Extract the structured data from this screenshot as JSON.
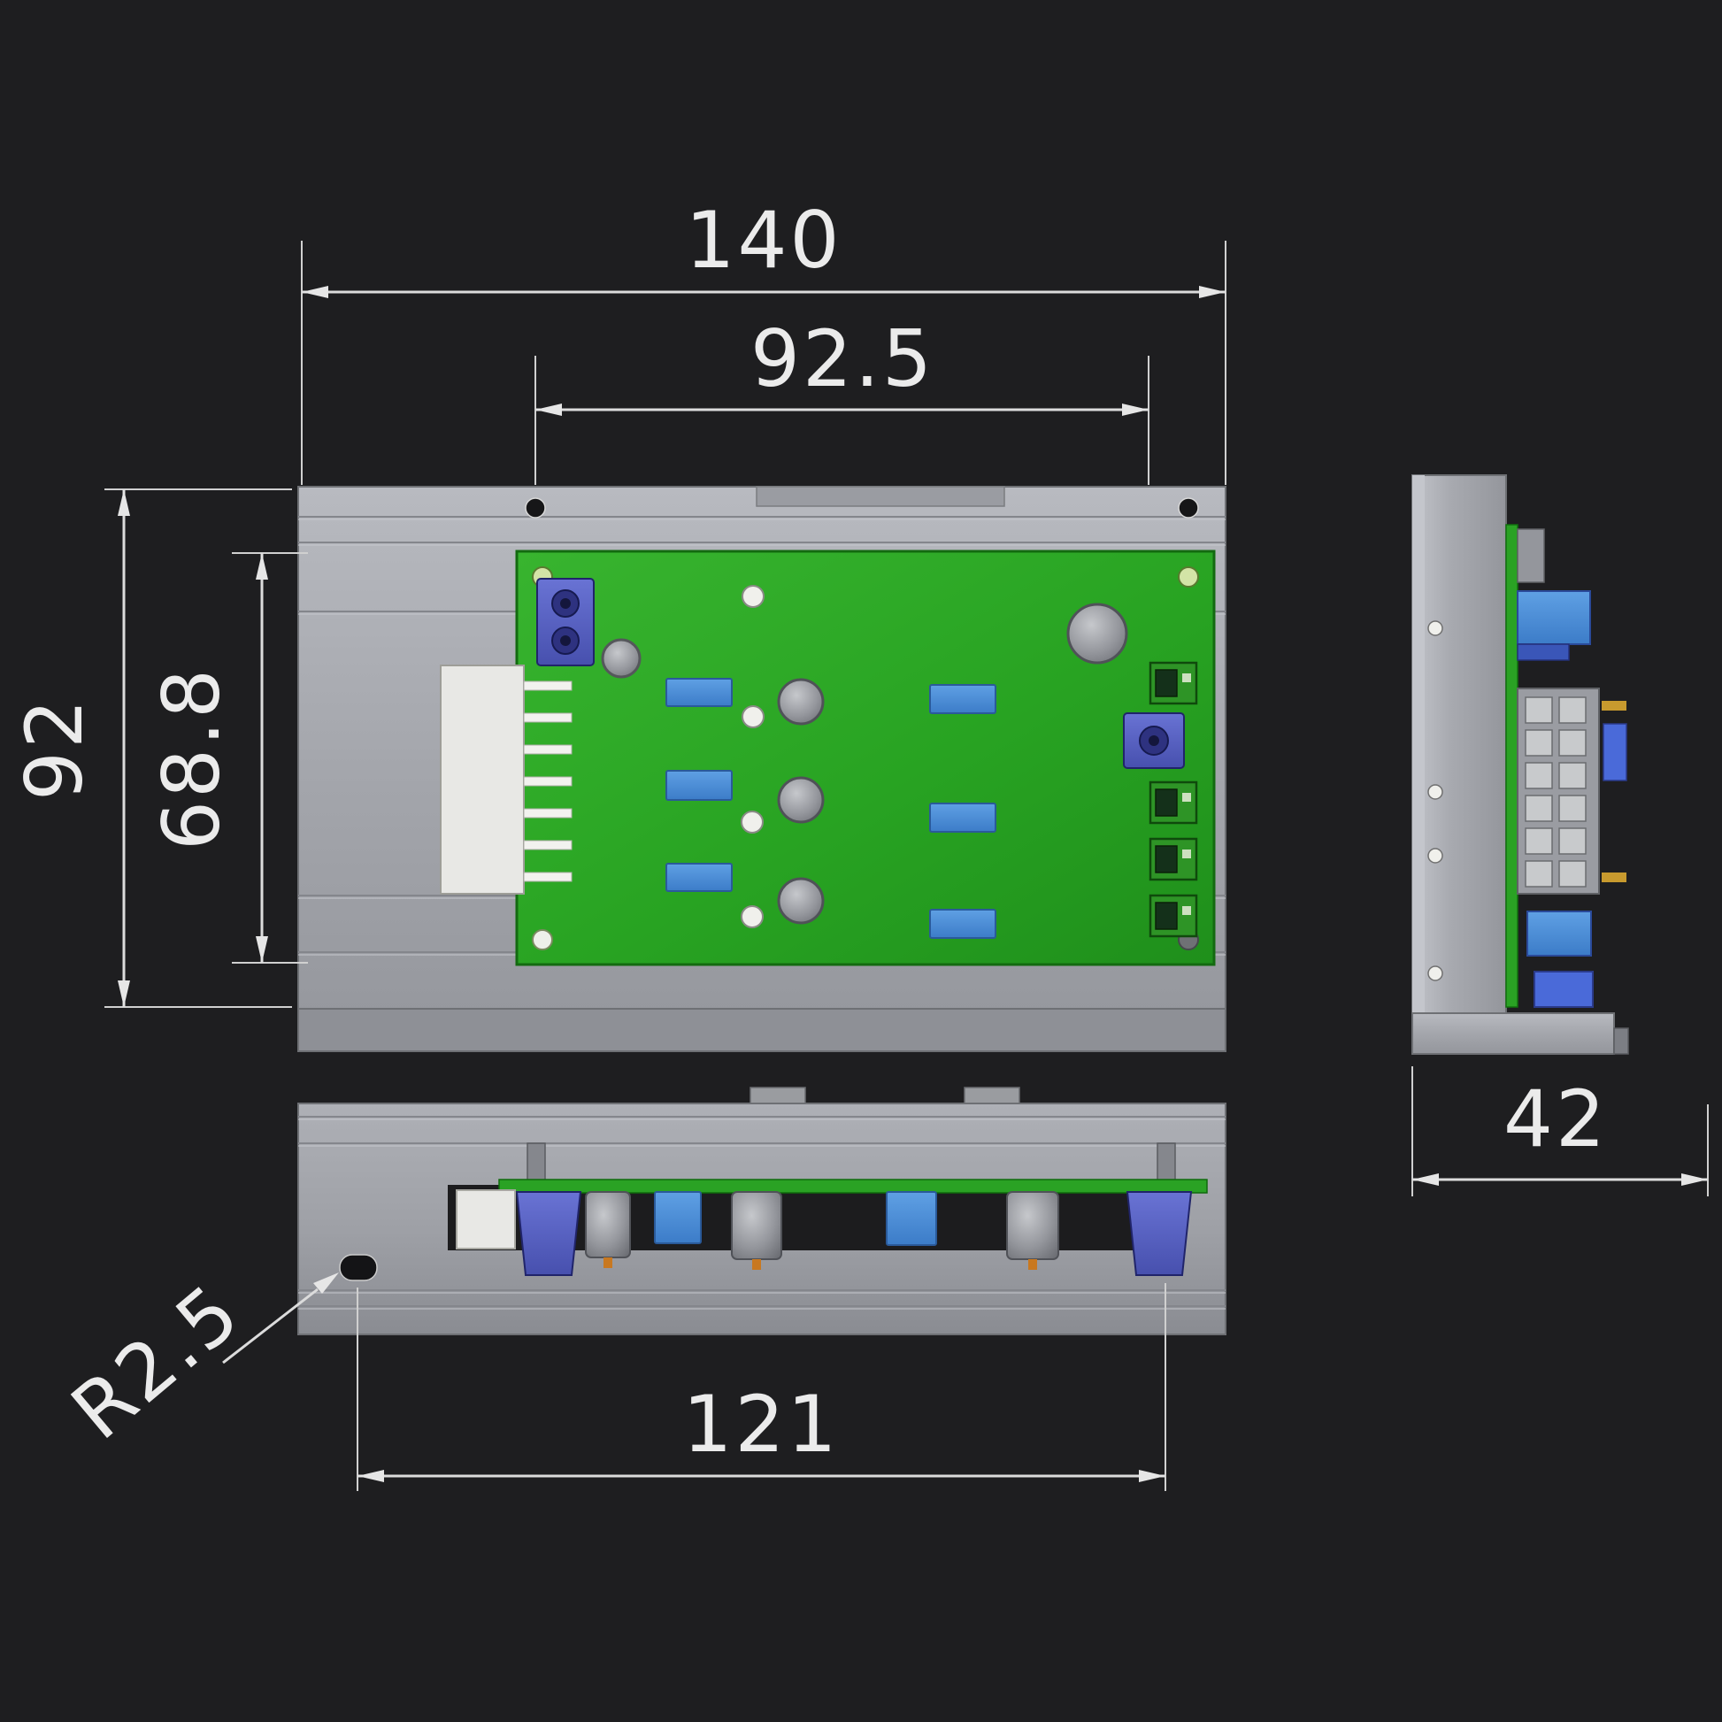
{
  "drawing": {
    "views": {
      "top_view": "top view of PCB mounted on heatsink plate",
      "front_view": "front view of assembly with components below board",
      "side_view": "side view of L-bracket with board edge-on"
    }
  },
  "dimensions": {
    "overall_width": "140",
    "mount_hole_spacing": "92.5",
    "overall_height": "92",
    "pcb_height": "68.8",
    "bracket_depth": "42",
    "slot_spacing": "121",
    "slot_radius": "R2.5"
  },
  "colors": {
    "background": "#1e1e20",
    "metal_gray": "#a6a8ae",
    "pcb_green": "#2aa525",
    "dimension_lines": "#dcdcdc",
    "component_blue": "#4a90d9",
    "terminal_violet": "#5560c8",
    "terminal_green": "#2e9426",
    "connector_white": "#e8e8e5",
    "capacitor_gray": "#94969c"
  }
}
